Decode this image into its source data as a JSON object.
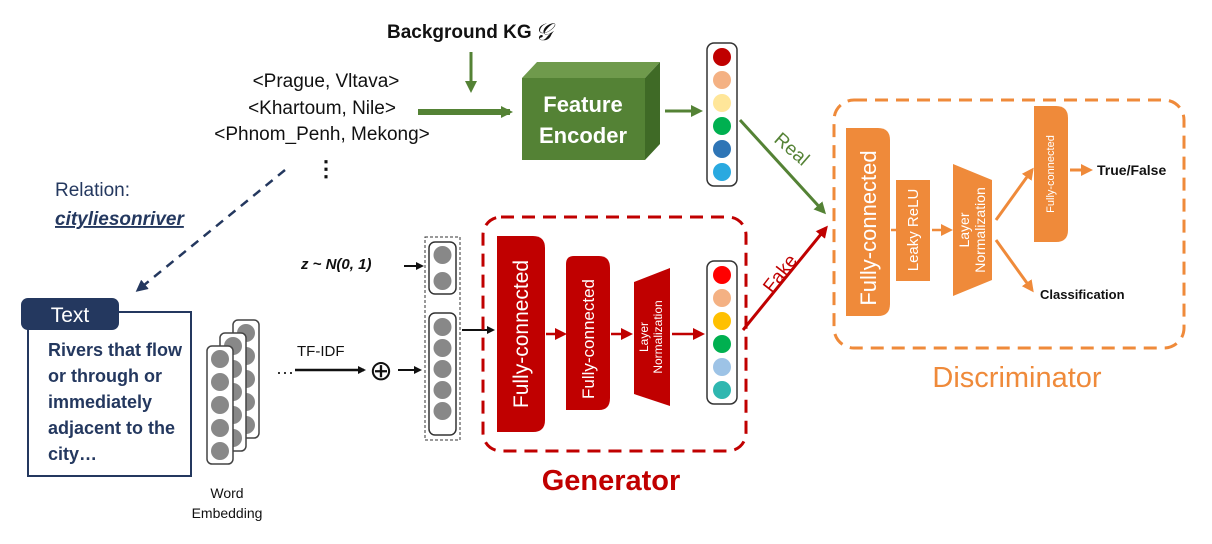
{
  "title_kg": "Background KG",
  "kg_symbol": "𝒢",
  "triples": [
    "<Prague, Vltava>",
    "<Khartoum, Nile>",
    "<Phnom_Penh, Mekong>"
  ],
  "triples_ellipsis": "⋮",
  "relation_label": "Relation:",
  "relation_value": "cityliesonriver",
  "feature_encoder": [
    "Feature",
    "Encoder"
  ],
  "real_label": "Real",
  "fake_label": "Fake",
  "text_box": {
    "header": "Text",
    "lines": [
      "Rivers that flow",
      "or through or",
      "immediately",
      "adjacent to the",
      "city…"
    ]
  },
  "word_embedding": [
    "Word",
    "Embedding"
  ],
  "emb_ellipsis": "···",
  "tfidf_label": "TF-IDF",
  "concat_symbol": "⊕",
  "noise_label": "z ~ N(0, 1)",
  "generator": {
    "title": "Generator",
    "blocks": [
      "Fully-connected",
      "Fully-connected",
      "Layer Normalization"
    ],
    "layer_norm": [
      "Layer",
      "Normalization"
    ]
  },
  "discriminator": {
    "title": "Discriminator",
    "fc": "Fully-connected",
    "leaky": "Leaky ReLU",
    "layer_norm": [
      "Layer",
      "Normalization"
    ],
    "fc_small": "Fully-connected",
    "out_true_false": "True/False",
    "out_classification": "Classification"
  },
  "colors": {
    "green": "#548235",
    "red": "#c00000",
    "orange": "#ef8a3a",
    "navy": "#24385f",
    "real_vector": [
      "#c00000",
      "#f4b183",
      "#ffe699",
      "#00b050",
      "#2e75b6",
      "#29a9e0"
    ],
    "fake_vector": [
      "#ff0000",
      "#f4b183",
      "#ffc000",
      "#00b050",
      "#9dc3e6",
      "#2fb7b0"
    ]
  }
}
